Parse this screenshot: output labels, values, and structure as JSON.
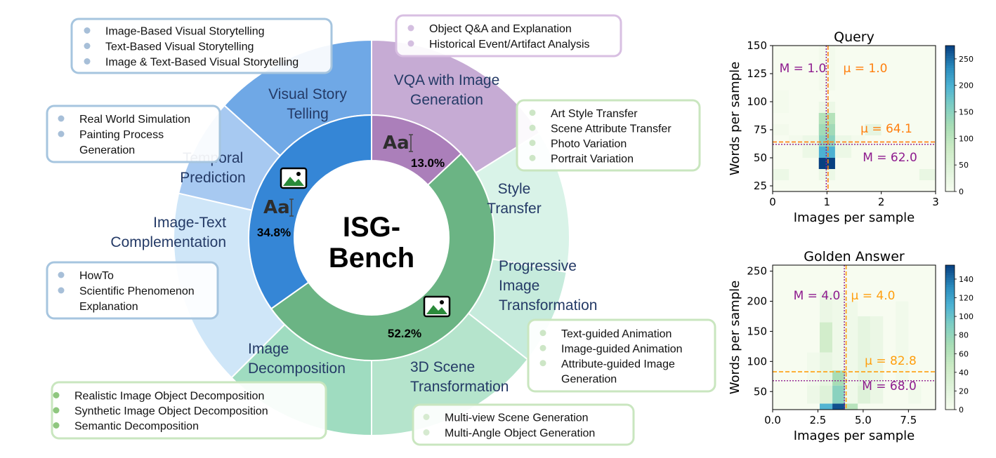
{
  "sunburst": {
    "center_title": [
      "ISG-",
      "Bench"
    ],
    "inner": [
      {
        "label": "34.8%",
        "value": 34.8,
        "color": "#3586d6",
        "icons": [
          "image-icon",
          "text-icon"
        ]
      },
      {
        "label": "52.2%",
        "value": 52.2,
        "color": "#6bb484",
        "icons": [
          "image-icon"
        ]
      },
      {
        "label": "13.0%",
        "value": 13.0,
        "color": "#ab7fba",
        "icons": [
          "text-icon"
        ]
      }
    ],
    "text_icon_glyph": "Aa",
    "outer": [
      {
        "name": [
          "Visual Story",
          "Telling"
        ],
        "color": "#6fa8e6"
      },
      {
        "name": [
          "VQA with Image",
          "Generation"
        ],
        "color": "#c6abd4"
      },
      {
        "name": [
          "Style",
          "Transfer"
        ],
        "color": "#d9f3e8"
      },
      {
        "name": [
          "Progressive",
          "Image",
          "Transformation"
        ],
        "color": "#c6ebdc"
      },
      {
        "name": [
          "3D Scene",
          "Transformation"
        ],
        "color": "#b5e4cc"
      },
      {
        "name": [
          "Image",
          "Decomposition"
        ],
        "color": "#9fdcc0"
      },
      {
        "name": [
          "Image-Text",
          "Complementation"
        ],
        "color": "#cfe6f8"
      },
      {
        "name": [
          "Temporal",
          "Prediction"
        ],
        "color": "#a7c9f1"
      }
    ],
    "callouts": [
      {
        "items": [
          "Image-Based Visual Storytelling",
          "Text-Based Visual Storytelling",
          "Image & Text-Based Visual Storytelling"
        ],
        "border": "#a6c5df",
        "dot": "#a7bfd8"
      },
      {
        "items": [
          "Object Q&A and Explanation",
          "Historical Event/Artifact Analysis"
        ],
        "border": "#d8bfe2",
        "dot": "#d4bfe0"
      },
      {
        "items": [
          "Real World Simulation",
          "Painting Process",
          "Generation"
        ],
        "border": "#a6c5df",
        "dot": "#a7bfd8"
      },
      {
        "items": [
          "Art Style Transfer",
          "Scene Attribute Transfer",
          "Photo Variation",
          "Portrait Variation"
        ],
        "border": "#c9e6bf",
        "dot": "#cde6c6"
      },
      {
        "items": [
          "HowTo",
          "Scientific Phenomenon",
          "Explanation"
        ],
        "border": "#a6c5df",
        "dot": "#a7bfd8"
      },
      {
        "items": [
          "Text-guided Animation",
          "Image-guided Animation",
          "Attribute-guided Image",
          "Generation"
        ],
        "border": "#c9e6bf",
        "dot": "#cde6c6"
      },
      {
        "items": [
          "Realistic Image Object Decomposition",
          "Synthetic Image Object Decomposition",
          "Semantic Decomposition"
        ],
        "border": "#c9e6bf",
        "dot": "#8fc77f"
      },
      {
        "items": [
          "Multi-view Scene Generation",
          "Multi-Angle Object Generation"
        ],
        "border": "#c9e6bf",
        "dot": "#d6ead0"
      }
    ]
  },
  "chart_data": [
    {
      "type": "heatmap",
      "title": "Query",
      "xlabel": "Images per sample",
      "ylabel": "Words per sample",
      "xlim": [
        0,
        3
      ],
      "ylim": [
        20,
        150
      ],
      "xticks": [
        "0",
        "1",
        "2",
        "3"
      ],
      "yticks": [
        "25",
        "50",
        "75",
        "100",
        "125",
        "150"
      ],
      "colorbar": {
        "min": 0,
        "max": 275,
        "ticks": [
          "0",
          "50",
          "100",
          "150",
          "200",
          "250"
        ]
      },
      "median": {
        "x_label": "M = 1.0",
        "y_label": "M = 62.0",
        "x": 1.0,
        "y": 62.0,
        "color": "#8e1b8e"
      },
      "mean": {
        "x_label": "μ = 1.0",
        "y_label": "μ = 64.1",
        "x": 1.0,
        "y": 64.1,
        "color": "#ff7f0e"
      },
      "cells": [
        {
          "x0": 0.85,
          "x1": 1.15,
          "y0": 40,
          "y1": 50,
          "v": 275
        },
        {
          "x0": 0.85,
          "x1": 1.15,
          "y0": 50,
          "y1": 60,
          "v": 200
        },
        {
          "x0": 0.85,
          "x1": 1.15,
          "y0": 60,
          "y1": 70,
          "v": 150
        },
        {
          "x0": 0.85,
          "x1": 1.15,
          "y0": 70,
          "y1": 80,
          "v": 130
        },
        {
          "x0": 0.85,
          "x1": 1.15,
          "y0": 80,
          "y1": 90,
          "v": 110
        },
        {
          "x0": 0.85,
          "x1": 1.15,
          "y0": 90,
          "y1": 100,
          "v": 20
        },
        {
          "x0": 0.85,
          "x1": 1.15,
          "y0": 30,
          "y1": 40,
          "v": 20
        },
        {
          "x0": 0.55,
          "x1": 0.85,
          "y0": 50,
          "y1": 70,
          "v": 20
        },
        {
          "x0": 1.15,
          "x1": 1.45,
          "y0": 50,
          "y1": 70,
          "v": 20
        },
        {
          "x0": 0.0,
          "x1": 0.3,
          "y0": 30,
          "y1": 40,
          "v": 20
        },
        {
          "x0": 0.0,
          "x1": 0.3,
          "y0": 70,
          "y1": 80,
          "v": 8
        },
        {
          "x0": 0.3,
          "x1": 0.55,
          "y0": 60,
          "y1": 70,
          "v": 8
        },
        {
          "x0": 0.0,
          "x1": 0.3,
          "y0": 90,
          "y1": 110,
          "v": 6
        },
        {
          "x0": 0.85,
          "x1": 1.15,
          "y0": 110,
          "y1": 150,
          "v": 8
        },
        {
          "x0": 1.7,
          "x1": 2.0,
          "y0": 70,
          "y1": 80,
          "v": 30
        },
        {
          "x0": 1.45,
          "x1": 1.7,
          "y0": 60,
          "y1": 70,
          "v": 8
        },
        {
          "x0": 2.7,
          "x1": 3.0,
          "y0": 30,
          "y1": 40,
          "v": 25
        }
      ]
    },
    {
      "type": "heatmap",
      "title": "Golden Answer",
      "xlabel": "Images per sample",
      "ylabel": "Words per sample",
      "xlim": [
        0,
        9
      ],
      "ylim": [
        20,
        260
      ],
      "xticks": [
        "0.0",
        "2.5",
        "5.0",
        "7.5"
      ],
      "yticks": [
        "50",
        "100",
        "150",
        "200",
        "250"
      ],
      "colorbar": {
        "min": 0,
        "max": 155,
        "ticks": [
          "0",
          "20",
          "40",
          "60",
          "80",
          "100",
          "120",
          "140"
        ]
      },
      "median": {
        "x_label": "M = 4.0",
        "y_label": "M = 68.0",
        "x": 4.0,
        "y": 68.0,
        "color": "#8e1b8e"
      },
      "mean": {
        "x_label": "μ = 4.0",
        "y_label": "μ = 82.8",
        "x": 4.0,
        "y": 82.8,
        "color": "#ff9f0e"
      },
      "cells": [
        {
          "x0": 3.3,
          "x1": 4.0,
          "y0": 20,
          "y1": 30,
          "v": 150
        },
        {
          "x0": 2.6,
          "x1": 3.3,
          "y0": 20,
          "y1": 30,
          "v": 110
        },
        {
          "x0": 4.0,
          "x1": 4.7,
          "y0": 20,
          "y1": 30,
          "v": 60
        },
        {
          "x0": 3.3,
          "x1": 4.0,
          "y0": 30,
          "y1": 60,
          "v": 85
        },
        {
          "x0": 3.3,
          "x1": 4.0,
          "y0": 60,
          "y1": 85,
          "v": 70
        },
        {
          "x0": 2.6,
          "x1": 3.3,
          "y0": 30,
          "y1": 60,
          "v": 25
        },
        {
          "x0": 2.6,
          "x1": 3.3,
          "y0": 60,
          "y1": 115,
          "v": 15
        },
        {
          "x0": 2.6,
          "x1": 3.3,
          "y0": 115,
          "y1": 165,
          "v": 40
        },
        {
          "x0": 2.6,
          "x1": 3.3,
          "y0": 165,
          "y1": 215,
          "v": 12
        },
        {
          "x0": 3.3,
          "x1": 4.0,
          "y0": 85,
          "y1": 215,
          "v": 8
        },
        {
          "x0": 1.9,
          "x1": 2.6,
          "y0": 30,
          "y1": 60,
          "v": 10
        },
        {
          "x0": 1.9,
          "x1": 2.6,
          "y0": 60,
          "y1": 115,
          "v": 6
        },
        {
          "x0": 4.0,
          "x1": 4.7,
          "y0": 30,
          "y1": 200,
          "v": 8
        },
        {
          "x0": 4.7,
          "x1": 5.4,
          "y0": 30,
          "y1": 60,
          "v": 25
        },
        {
          "x0": 4.7,
          "x1": 5.4,
          "y0": 60,
          "y1": 175,
          "v": 18
        },
        {
          "x0": 5.4,
          "x1": 6.1,
          "y0": 30,
          "y1": 175,
          "v": 12
        },
        {
          "x0": 6.8,
          "x1": 7.5,
          "y0": 60,
          "y1": 200,
          "v": 6
        },
        {
          "x0": 7.5,
          "x1": 8.2,
          "y0": 30,
          "y1": 60,
          "v": 6
        }
      ]
    }
  ]
}
